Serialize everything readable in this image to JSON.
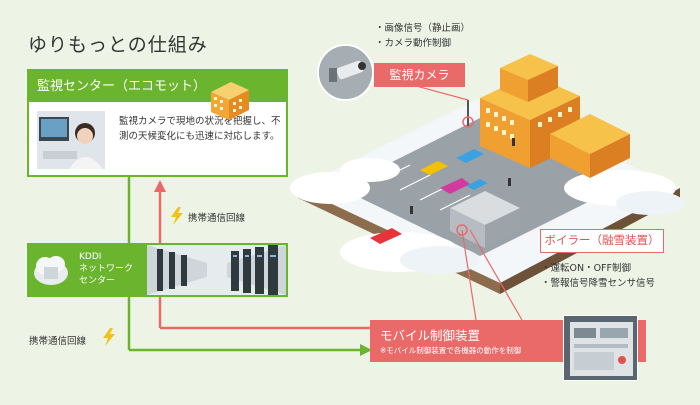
{
  "title": "ゆりもっとの仕組み",
  "monitoring_center": {
    "heading": "監視センター（エコモット）",
    "description": "監視カメラで現地の状況を把握し、不測の天候変化にも迅速に対応します。"
  },
  "kddi_center": {
    "line1": "KDDI",
    "line2": "ネットワーク",
    "line3": "センター"
  },
  "carrier_label_upper": "携帯通信回線",
  "carrier_label_lower": "携帯通信回線",
  "camera": {
    "bullets": [
      "・画像信号（静止画）",
      "・カメラ動作制御"
    ],
    "label": "監視カメラ"
  },
  "boiler": {
    "label": "ボイラー（融雪装置）",
    "bullets": [
      "・運転ON・OFF制御",
      "・警報信号降雪センサ信号"
    ]
  },
  "mobile_controller": {
    "title": "モバイル制御装置",
    "note": "※モバイル制御装置で各機器の動作を制御"
  },
  "colors": {
    "green": "#6bb52e",
    "red": "#ea6a6a",
    "background": "#eef4e5"
  }
}
